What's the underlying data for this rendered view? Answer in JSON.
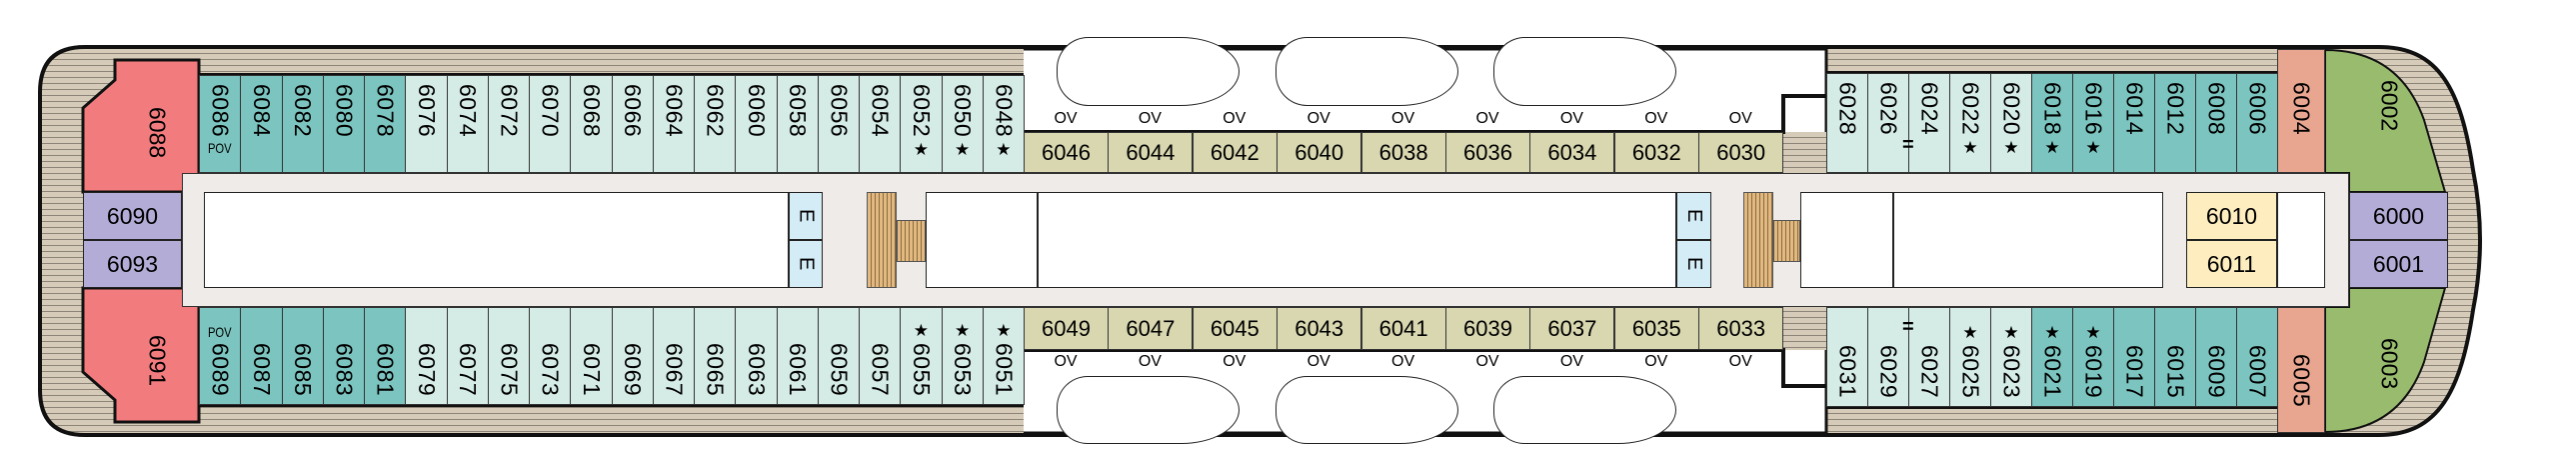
{
  "colors": {
    "suite_dark": "#7bc4bf",
    "suite_light": "#d5ece6",
    "owners_red": "#f27b7d",
    "salmon": "#e8a58f",
    "purple": "#b2acd6",
    "green": "#98bb6e",
    "oceanview": "#d8d7b0",
    "yellow": "#fdedbf",
    "elevator": "#d3ecf6",
    "corridor": "#efebe8"
  },
  "aft": {
    "top": "6088",
    "port_a": "6090",
    "port_b": "6093",
    "bottom": "6091"
  },
  "fore": {
    "top_salmon": "6004",
    "bottom_salmon": "6005",
    "top_green": "6002",
    "bottom_green": "6003",
    "center_a": "6000",
    "center_b": "6001",
    "inner_a": "6010",
    "inner_b": "6011"
  },
  "elevator_label": "E",
  "ov_label": "OV",
  "star_symbol": "★",
  "connect_symbol": "=",
  "pov_label": "POV",
  "top_aft_cabins": [
    {
      "n": "6086",
      "t": "dark",
      "pov": true
    },
    {
      "n": "6084",
      "t": "dark"
    },
    {
      "n": "6082",
      "t": "dark"
    },
    {
      "n": "6080",
      "t": "dark"
    },
    {
      "n": "6078",
      "t": "dark"
    },
    {
      "n": "6076",
      "t": "light"
    },
    {
      "n": "6074",
      "t": "light"
    },
    {
      "n": "6072",
      "t": "light"
    },
    {
      "n": "6070",
      "t": "light"
    },
    {
      "n": "6068",
      "t": "light"
    },
    {
      "n": "6066",
      "t": "light"
    },
    {
      "n": "6064",
      "t": "light"
    },
    {
      "n": "6062",
      "t": "light"
    },
    {
      "n": "6060",
      "t": "light"
    },
    {
      "n": "6058",
      "t": "light"
    },
    {
      "n": "6056",
      "t": "light"
    },
    {
      "n": "6054",
      "t": "light"
    },
    {
      "n": "6052",
      "t": "light",
      "star": true
    },
    {
      "n": "6050",
      "t": "light",
      "star": true
    },
    {
      "n": "6048",
      "t": "light",
      "star": true
    }
  ],
  "bottom_aft_cabins": [
    {
      "n": "6089",
      "t": "dark",
      "pov": true
    },
    {
      "n": "6087",
      "t": "dark"
    },
    {
      "n": "6085",
      "t": "dark"
    },
    {
      "n": "6083",
      "t": "dark"
    },
    {
      "n": "6081",
      "t": "dark"
    },
    {
      "n": "6079",
      "t": "light"
    },
    {
      "n": "6077",
      "t": "light"
    },
    {
      "n": "6075",
      "t": "light"
    },
    {
      "n": "6073",
      "t": "light"
    },
    {
      "n": "6071",
      "t": "light"
    },
    {
      "n": "6069",
      "t": "light"
    },
    {
      "n": "6067",
      "t": "light"
    },
    {
      "n": "6065",
      "t": "light"
    },
    {
      "n": "6063",
      "t": "light"
    },
    {
      "n": "6061",
      "t": "light"
    },
    {
      "n": "6059",
      "t": "light"
    },
    {
      "n": "6057",
      "t": "light"
    },
    {
      "n": "6055",
      "t": "light",
      "star": true
    },
    {
      "n": "6053",
      "t": "light",
      "star": true
    },
    {
      "n": "6051",
      "t": "light",
      "star": true
    }
  ],
  "top_ov_cabins": [
    "6046",
    "6044",
    "6042",
    "6040",
    "6038",
    "6036",
    "6034",
    "6032",
    "6030"
  ],
  "bottom_ov_cabins": [
    "6049",
    "6047",
    "6045",
    "6043",
    "6041",
    "6039",
    "6037",
    "6035",
    "6033"
  ],
  "top_fwd_cabins": [
    {
      "n": "6028",
      "t": "light"
    },
    {
      "n": "6026",
      "t": "light"
    },
    {
      "n": "6024",
      "t": "light",
      "connect": true
    },
    {
      "n": "6022",
      "t": "light",
      "star": true
    },
    {
      "n": "6020",
      "t": "light",
      "star": true
    },
    {
      "n": "6018",
      "t": "dark",
      "star": true
    },
    {
      "n": "6016",
      "t": "dark",
      "star": true
    },
    {
      "n": "6014",
      "t": "dark"
    },
    {
      "n": "6012",
      "t": "dark"
    },
    {
      "n": "6008",
      "t": "dark"
    },
    {
      "n": "6006",
      "t": "dark"
    }
  ],
  "bottom_fwd_cabins": [
    {
      "n": "6031",
      "t": "light"
    },
    {
      "n": "6029",
      "t": "light"
    },
    {
      "n": "6027",
      "t": "light",
      "connect": true
    },
    {
      "n": "6025",
      "t": "light",
      "star": true
    },
    {
      "n": "6023",
      "t": "light",
      "star": true
    },
    {
      "n": "6021",
      "t": "dark",
      "star": true
    },
    {
      "n": "6019",
      "t": "dark",
      "star": true
    },
    {
      "n": "6017",
      "t": "dark"
    },
    {
      "n": "6015",
      "t": "dark"
    },
    {
      "n": "6009",
      "t": "dark"
    },
    {
      "n": "6007",
      "t": "dark"
    }
  ]
}
